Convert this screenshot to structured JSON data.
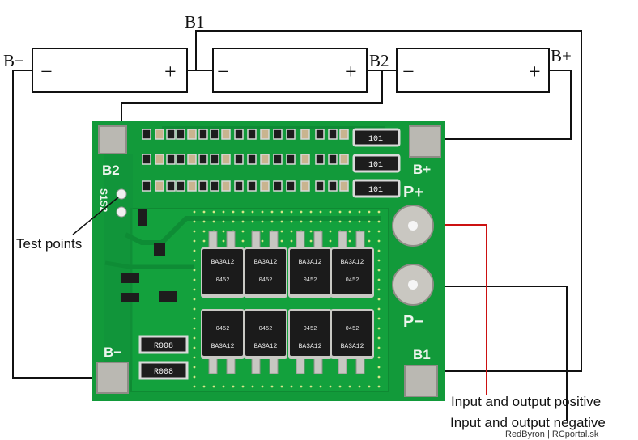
{
  "batteries": [
    {
      "minus": "−",
      "plus": "+"
    },
    {
      "minus": "−",
      "plus": "+"
    },
    {
      "minus": "−",
      "plus": "+"
    }
  ],
  "terminals": {
    "b_minus": "B−",
    "b1": "B1",
    "b2": "B2",
    "b_plus": "B+"
  },
  "pcb": {
    "silk_b2": "B2",
    "silk_bplus": "B+",
    "silk_pplus": "P+",
    "silk_s1s2": "S1S2",
    "silk_pminus": "P−",
    "silk_bminus": "B−",
    "silk_b1": "B1",
    "shunt_code": "101",
    "sense_resistor_code": "R008",
    "mosfet_code": "BA3A12",
    "mosfet_date": "0452"
  },
  "annotations": {
    "test_points": "Test points",
    "positive": "Input and output positive",
    "negative": "Input and output negative"
  },
  "credit": "RedByron | RCportal.sk",
  "colors": {
    "pcb": "#129a3a",
    "pcb_dark": "#0c7a2c",
    "pad": "#b9b7b0",
    "wire": "#111111",
    "wire_red": "#cc1111"
  }
}
